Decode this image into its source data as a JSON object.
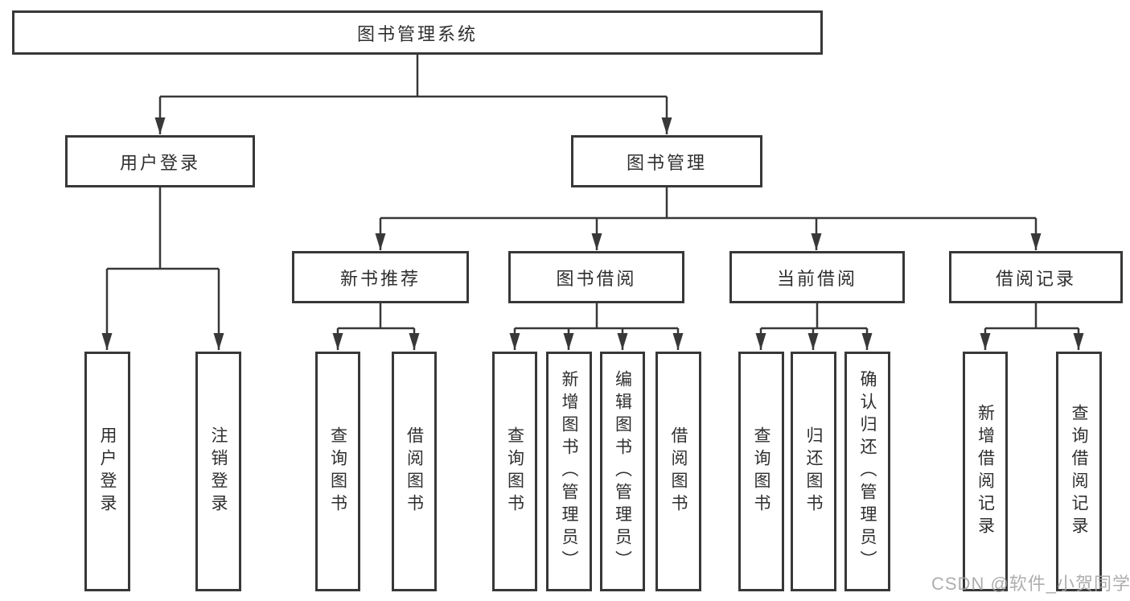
{
  "diagram": {
    "root": {
      "label": "图书管理系统"
    },
    "level2": [
      {
        "label": "用户登录"
      },
      {
        "label": "图书管理"
      }
    ],
    "level3": [
      {
        "label": "新书推荐"
      },
      {
        "label": "图书借阅"
      },
      {
        "label": "当前借阅"
      },
      {
        "label": "借阅记录"
      }
    ],
    "leaves": [
      {
        "label": "用户登录"
      },
      {
        "label": "注销登录"
      },
      {
        "label": "查询图书"
      },
      {
        "label": "借阅图书"
      },
      {
        "label": "查询图书"
      },
      {
        "label": "新增图书（管理员）"
      },
      {
        "label": "编辑图书（管理员）"
      },
      {
        "label": "借阅图书"
      },
      {
        "label": "查询图书"
      },
      {
        "label": "归还图书"
      },
      {
        "label": "确认归还（管理员）"
      },
      {
        "label": "新增借阅记录"
      },
      {
        "label": "查询借阅记录"
      }
    ]
  },
  "watermark": {
    "text": "CSDN @软件_小贺同学"
  },
  "colors": {
    "line": "#383838",
    "text": "#2f2f2f",
    "background": "#ffffff",
    "watermark": "#a5a5a5"
  }
}
